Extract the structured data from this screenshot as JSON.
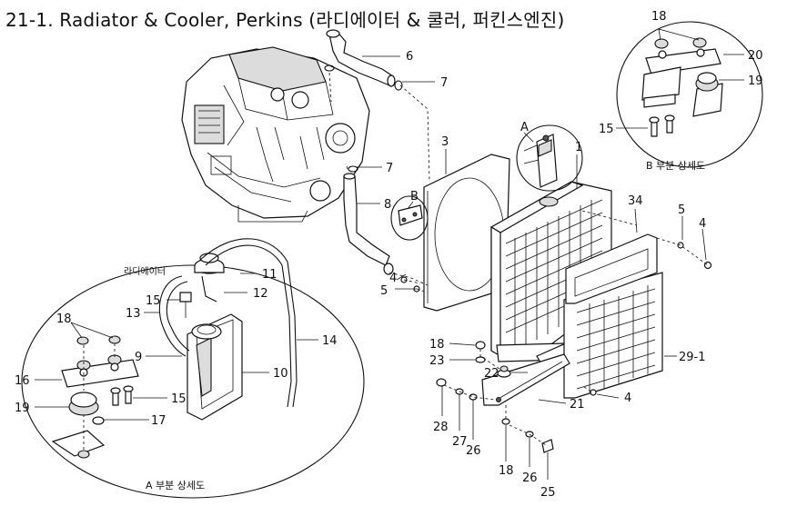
{
  "title": "21-1. Radiator & Cooler, Perkins (라디에이터 & 쿨러, 퍼킨스엔진)",
  "callouts": {
    "n1": "1",
    "n3": "3",
    "n4a": "4",
    "n4b": "4",
    "n4c": "4",
    "n5a": "5",
    "n5b": "5",
    "n6": "6",
    "n7a": "7",
    "n7b": "7",
    "n8": "8",
    "n9": "9",
    "n10": "10",
    "n11": "11",
    "n12": "12",
    "n13": "13",
    "n14": "14",
    "n15a": "15",
    "n15b": "15",
    "n15c": "15",
    "n16": "16",
    "n17": "17",
    "n18a": "18",
    "n18b": "18",
    "n18c": "18",
    "n18d": "18",
    "n19a": "19",
    "n19b": "19",
    "n20": "20",
    "n21": "21",
    "n22": "22",
    "n23": "23",
    "n25": "25",
    "n26a": "26",
    "n26b": "26",
    "n27": "27",
    "n28": "28",
    "n29": "29-1",
    "n34": "34"
  },
  "markers": {
    "a": "A",
    "b": "B"
  },
  "labels": {
    "radiator": "라디에이터",
    "detail_a": "A 부분 상세도",
    "detail_b": "B 부분 상세도"
  }
}
